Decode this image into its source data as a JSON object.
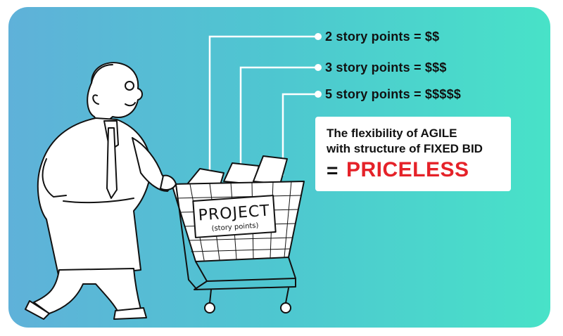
{
  "story_points": [
    {
      "label": "2 story points = $$"
    },
    {
      "label": "3 story points = $$$"
    },
    {
      "label": "5 story points = $$$$$"
    }
  ],
  "callout": {
    "line1": "The flexibility of AGILE",
    "line2": "with structure of FIXED BID",
    "equals": "=",
    "highlight": "PRICELESS"
  },
  "cart_sign": {
    "title": "PROJECT",
    "subtitle": "(story points)"
  },
  "colors": {
    "gradient_start": "#5fb1d9",
    "gradient_end": "#48e2c8",
    "highlight": "#e52229"
  }
}
